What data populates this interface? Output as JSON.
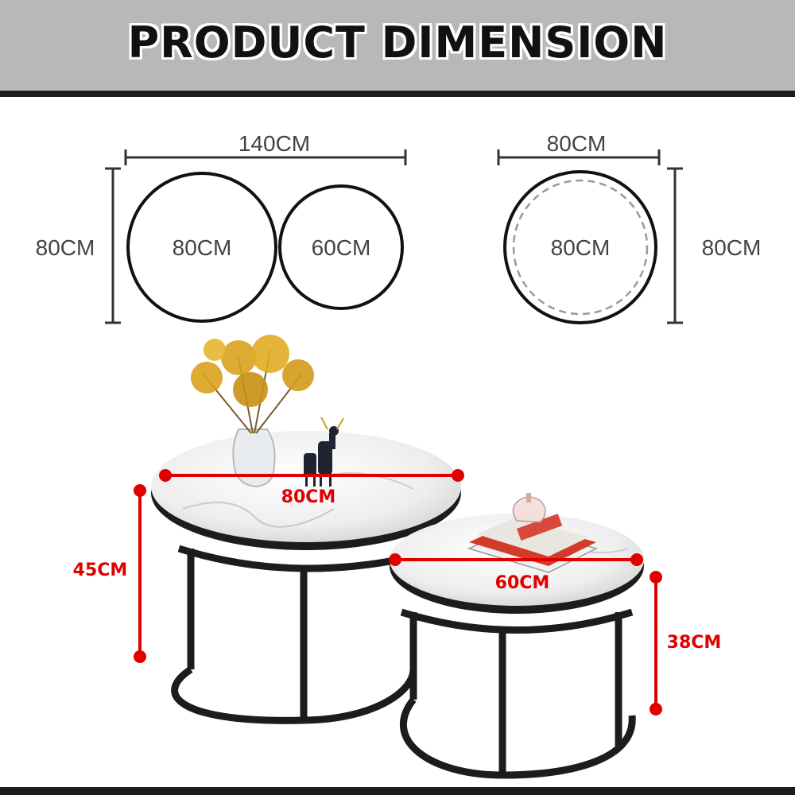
{
  "banner": {
    "title": "PRODUCT DIMENSION"
  },
  "top_view_nested": {
    "overall_width": "140CM",
    "overall_depth": "80CM",
    "large_table": "80CM",
    "small_table": "60CM"
  },
  "top_view_combined": {
    "width": "80CM",
    "depth": "80CM",
    "diameter": "80CM"
  },
  "product_photo": {
    "large_diameter": "80CM",
    "large_height": "45CM",
    "small_diameter": "60CM",
    "small_height": "38CM"
  },
  "colors": {
    "accent_red": "#e10000",
    "banner_gray": "#b8b8b8",
    "frame_black": "#1c1c1c"
  }
}
